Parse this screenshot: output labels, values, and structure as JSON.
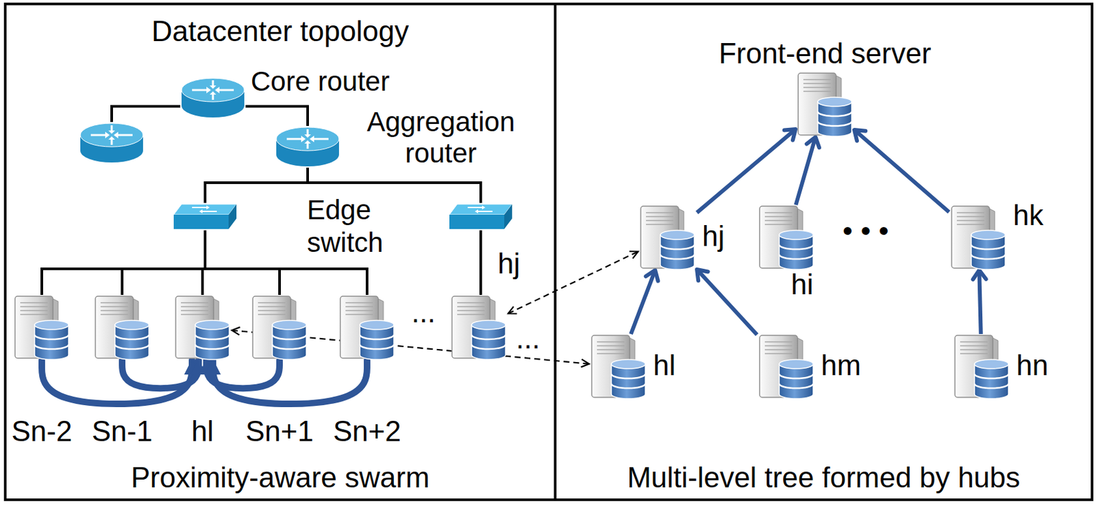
{
  "diagram": {
    "nodes": [
      {
        "text": [
          "Datacenter topology",
          "Proximity-aware swarm"
        ]
      },
      {
        "text": [
          "Core router"
        ],
        "in": 0
      },
      {
        "text": [
          "Aggregation router"
        ],
        "in": 0
      },
      {
        "text": [
          "Edge switch"
        ],
        "in": 0
      },
      {
        "text": [
          "Sn-2"
        ],
        "in": 0
      },
      {
        "text": [
          "Sn-1"
        ],
        "in": 0
      },
      {
        "text": [
          "hl"
        ],
        "in": 0
      },
      {
        "text": [
          "Sn+1"
        ],
        "in": 0
      },
      {
        "text": [
          "Sn+2"
        ],
        "in": 0
      },
      {
        "text": [
          "hj"
        ],
        "in": 0
      },
      {
        "text": [
          "Multi-level tree formed by hubs"
        ]
      },
      {
        "text": [
          "Front-end server"
        ],
        "in": 10
      },
      {
        "text": [
          "hj"
        ],
        "in": 10
      },
      {
        "text": [
          "hi"
        ],
        "in": 10
      },
      {
        "text": [
          "hk"
        ],
        "in": 10
      },
      {
        "text": [
          "hl"
        ],
        "in": 10
      },
      {
        "text": [
          "hm"
        ],
        "in": 10
      },
      {
        "text": [
          "hn"
        ],
        "in": 10
      }
    ],
    "edges": [
      {
        "from": 1,
        "to": 2,
        "arrow": "none"
      },
      {
        "from": 2,
        "to": 3,
        "arrow": "none"
      },
      {
        "from": 3,
        "to": 4,
        "arrow": "none"
      },
      {
        "from": 3,
        "to": 5,
        "arrow": "none"
      },
      {
        "from": 3,
        "to": 6,
        "arrow": "none"
      },
      {
        "from": 3,
        "to": 7,
        "arrow": "none"
      },
      {
        "from": 3,
        "to": 8,
        "arrow": "none"
      },
      {
        "from": 4,
        "to": 6,
        "arrow": "to"
      },
      {
        "from": 5,
        "to": 6,
        "arrow": "to"
      },
      {
        "from": 7,
        "to": 6,
        "arrow": "to"
      },
      {
        "from": 8,
        "to": 6,
        "arrow": "to"
      },
      {
        "from": 9,
        "to": 12,
        "arrow": "both"
      },
      {
        "from": 6,
        "to": 15,
        "arrow": "both"
      },
      {
        "from": 12,
        "to": 11,
        "arrow": "to"
      },
      {
        "from": 13,
        "to": 11,
        "arrow": "to"
      },
      {
        "from": 14,
        "to": 11,
        "arrow": "to"
      },
      {
        "from": 15,
        "to": 12,
        "arrow": "to"
      },
      {
        "from": 16,
        "to": 12,
        "arrow": "to"
      },
      {
        "from": 17,
        "to": 14,
        "arrow": "to"
      }
    ],
    "labels": [
      "...",
      "...",
      "• • •"
    ]
  }
}
